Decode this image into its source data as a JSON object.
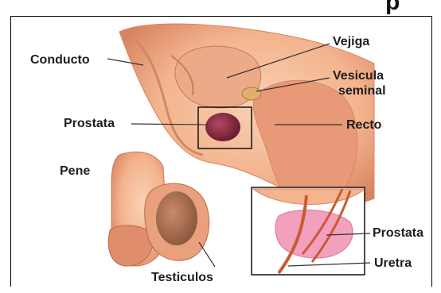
{
  "title_fragment": "p",
  "labels": {
    "conducto": "Conducto",
    "vejiga": "Vejiga",
    "vesicula": "Vesicula",
    "seminal": "seminal",
    "prostata_main": "Prostata",
    "recto": "Recto",
    "pene": "Pene",
    "prostata_inset": "Prostata",
    "uretra": "Uretra",
    "testiculos": "Testiculos"
  },
  "colors": {
    "skin": "#f3b48e",
    "skin_dark": "#d98461",
    "skin_light": "#f8d1b4",
    "organ": "#e89a78",
    "prostate": "#8a2a42",
    "prostate_inset": "#f2a0bd",
    "urethra": "#c95a35",
    "line": "#333333"
  }
}
